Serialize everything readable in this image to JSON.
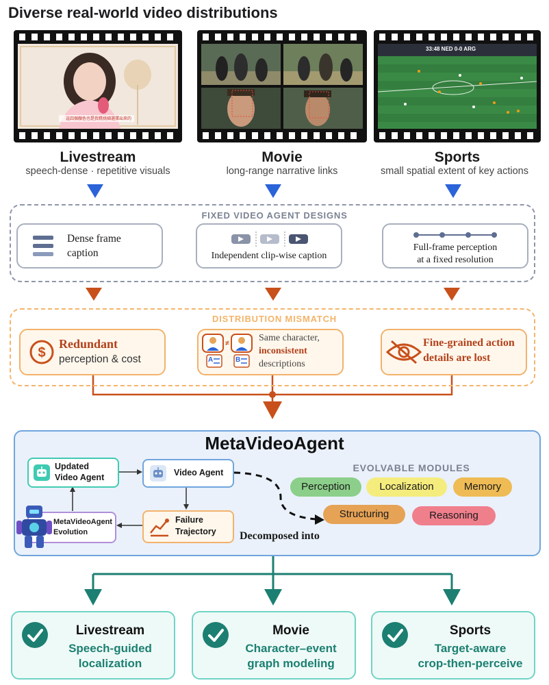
{
  "title": "Diverse real-world video distributions",
  "domains": [
    {
      "name": "Livestream",
      "subtitle": "speech-dense · repetitive visuals",
      "caption_overlay": "這四個顏色也是我精挑細選擇出來的"
    },
    {
      "name": "Movie",
      "subtitle": "long-range narrative links"
    },
    {
      "name": "Sports",
      "subtitle": "small spatial extent of key actions",
      "scoreboard": "33:48  NED 0-0  ARG"
    }
  ],
  "fixed_designs": {
    "label": "FIXED VIDEO AGENT DESIGNS",
    "items": [
      {
        "line1": "Dense frame",
        "line2": "caption"
      },
      {
        "line1": "Independent clip-wise caption"
      },
      {
        "line1": "Full-frame perception",
        "line2": "at a fixed resolution"
      }
    ]
  },
  "mismatch": {
    "label": "DISTRIBUTION MISMATCH",
    "items": [
      {
        "bold": "Redundant",
        "rest": "perception & cost"
      },
      {
        "pre": "Same character,",
        "bold": "inconsistent",
        "post": "descriptions",
        "badge_a": "A",
        "badge_b": "B"
      },
      {
        "bold1": "Fine-grained action",
        "bold2": "details are lost"
      }
    ]
  },
  "meta": {
    "title": "MetaVideoAgent",
    "updated_agent": {
      "line1": "Updated",
      "line2": "Video Agent"
    },
    "video_agent": "Video Agent",
    "failure": {
      "line1": "Failure",
      "line2": "Trajectory"
    },
    "evolution": {
      "line1": "MetaVideoAgent",
      "line2": "Evolution"
    },
    "decomposed": "Decomposed into",
    "modules_label": "EVOLVABLE MODULES",
    "modules": [
      "Perception",
      "Localization",
      "Memory",
      "Structuring",
      "Reasoning"
    ]
  },
  "results": [
    {
      "name": "Livestream",
      "desc1": "Speech-guided",
      "desc2": "localization"
    },
    {
      "name": "Movie",
      "desc1": "Character–event",
      "desc2": "graph modeling"
    },
    {
      "name": "Sports",
      "desc1": "Target-aware",
      "desc2": "crop-then-perceive"
    }
  ],
  "colors": {
    "gray_border": "#8d96a8",
    "orange": "#c8501b",
    "light_orange": "#f4b46a",
    "blue": "#2b63d9",
    "teal": "#1c7f72",
    "meta_border": "#6fa5dc",
    "pill_perception": "#8ccf8a",
    "pill_localization": "#f5ec7e",
    "pill_memory": "#eebb55",
    "pill_structuring": "#e6a255",
    "pill_reasoning": "#f07f8c"
  }
}
